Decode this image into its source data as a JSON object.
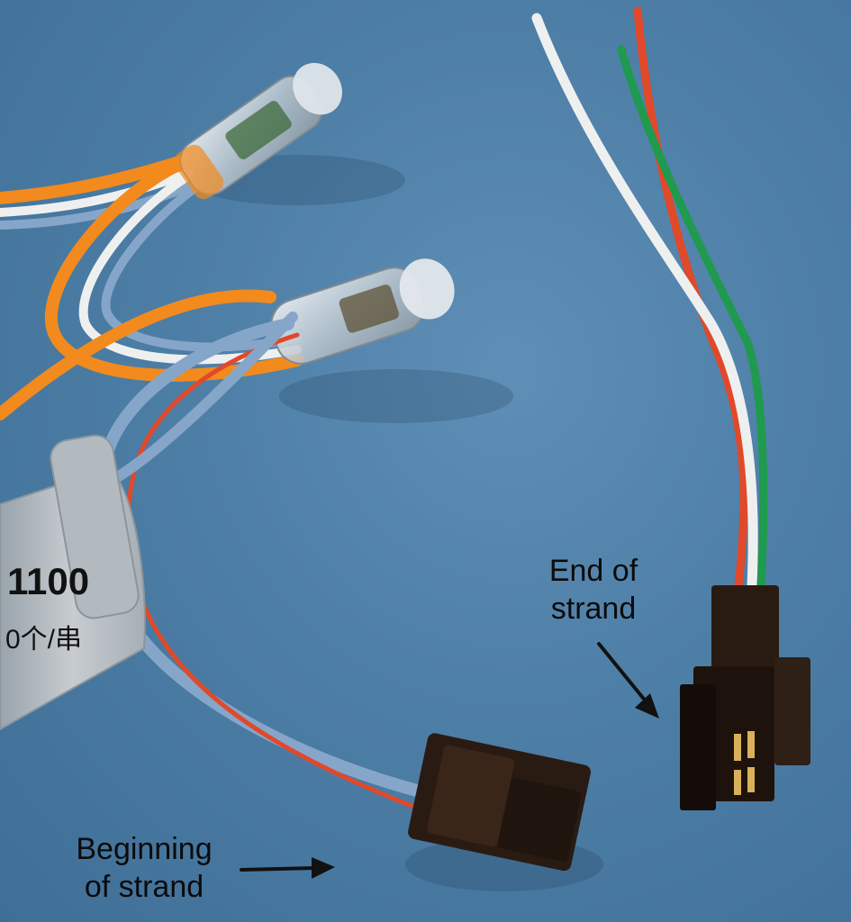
{
  "image": {
    "annotations": {
      "end_of_strand": {
        "line1": "End of",
        "line2": "strand"
      },
      "beginning_of_strand": {
        "line1": "Beginning",
        "line2": "of strand"
      }
    },
    "tag_text": {
      "line1": "1100",
      "line2": "0个/串"
    }
  },
  "colors": {
    "background": "#4d7ea6",
    "wire_orange": "#f28a1e",
    "wire_white": "#eef0f0",
    "wire_blue": "#86a6c9",
    "wire_red": "#e0492a",
    "wire_green": "#1f9a4e",
    "connector": "#2a1b12",
    "pin_gold": "#d9b15a",
    "arrow": "#111111"
  }
}
